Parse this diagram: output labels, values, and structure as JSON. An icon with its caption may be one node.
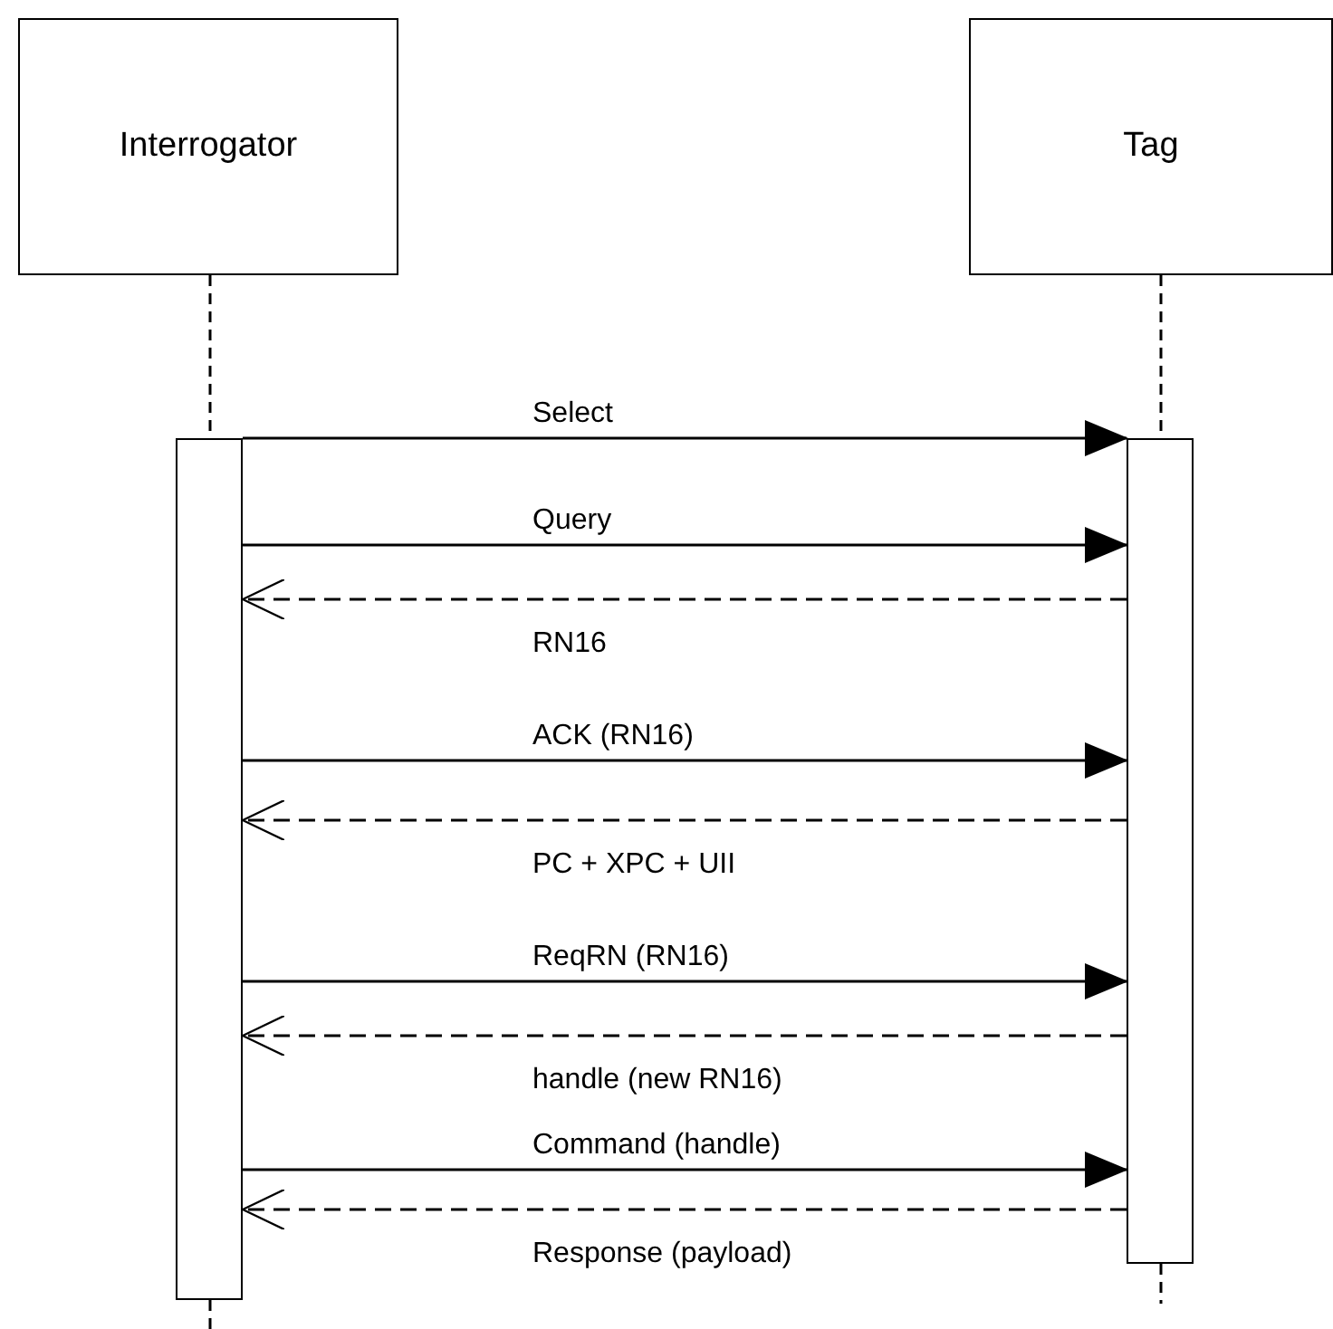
{
  "diagram": {
    "nodes": [
      {
        "text": [
          "Interrogator"
        ]
      },
      {
        "text": [
          "Tag"
        ]
      },
      {
        "text": [],
        "shape": "bar"
      },
      {
        "text": [],
        "shape": "bar"
      }
    ],
    "edges": [
      {
        "from": 0,
        "to": 2,
        "arrow": "none",
        "style": "dashed"
      },
      {
        "from": 1,
        "to": 3,
        "arrow": "none",
        "style": "dashed"
      },
      {
        "from": 2,
        "to": 3,
        "arrow": "to",
        "label": "Select"
      },
      {
        "from": 2,
        "to": 3,
        "arrow": "to",
        "label": "Query"
      },
      {
        "from": 3,
        "to": 2,
        "arrow": "to",
        "label": "RN16",
        "style": "dashed"
      },
      {
        "from": 2,
        "to": 3,
        "arrow": "to",
        "label": "ACK (RN16)"
      },
      {
        "from": 3,
        "to": 2,
        "arrow": "to",
        "label": "PC + XPC + UII",
        "style": "dashed"
      },
      {
        "from": 2,
        "to": 3,
        "arrow": "to",
        "label": "ReqRN (RN16)"
      },
      {
        "from": 3,
        "to": 2,
        "arrow": "to",
        "label": "handle (new RN16)",
        "style": "dashed"
      },
      {
        "from": 2,
        "to": 3,
        "arrow": "to",
        "label": "Command (handle)"
      },
      {
        "from": 3,
        "to": 2,
        "arrow": "to",
        "label": "Response (payload)",
        "style": "dashed"
      }
    ]
  }
}
